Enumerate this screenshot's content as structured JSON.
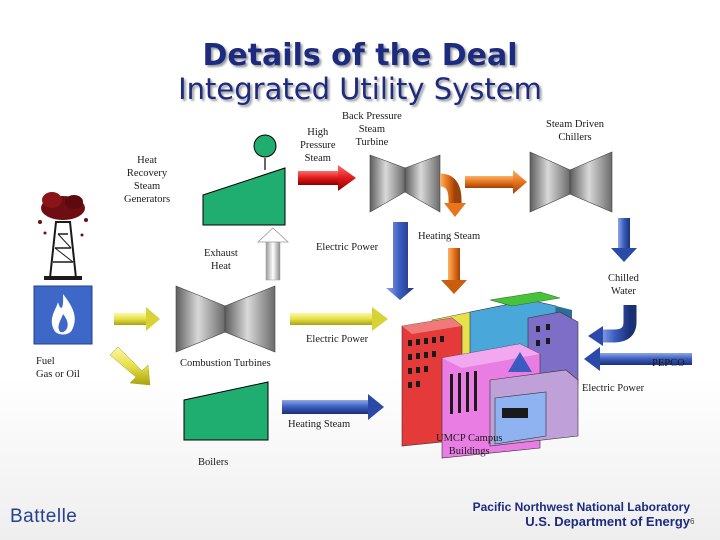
{
  "title": "Details of the Deal",
  "subtitle": "Integrated Utility System",
  "labels": {
    "back_pressure": "Back Pressure\nSteam\nTurbine",
    "high_pressure": "High\nPressure\nSteam",
    "steam_driven": "Steam Driven\nChillers",
    "heat_recovery": "Heat\nRecovery\nSteam\nGenerators",
    "exhaust_heat": "Exhaust\nHeat",
    "electric_power_top": "Electric Power",
    "heating_steam_top": "Heating Steam",
    "chilled_water": "Chilled\nWater",
    "electric_power_mid": "Electric Power",
    "fuel": "Fuel\nGas or Oil",
    "combustion_turbines": "Combustion Turbines",
    "pepco": "PEPCO",
    "electric_power_right": "Electric Power",
    "heating_steam_bottom": "Heating Steam",
    "boilers": "Boilers",
    "umcp": "UMCP Campus\nBuildings"
  },
  "footer": {
    "org": "Battelle",
    "lab": "Pacific Northwest National Laboratory",
    "dept": "U.S. Department of Energy",
    "page": "6"
  },
  "colors": {
    "title": "#1c2a80",
    "equipment_green": "#1fae70",
    "turbine_gray": "#9a9a9a",
    "arrow_red": "#e01a1a",
    "arrow_orange": "#e8741c",
    "arrow_yellow": "#e6e04a",
    "arrow_blue": "#3a5bbf",
    "flame_blue": "#3d68c8"
  }
}
